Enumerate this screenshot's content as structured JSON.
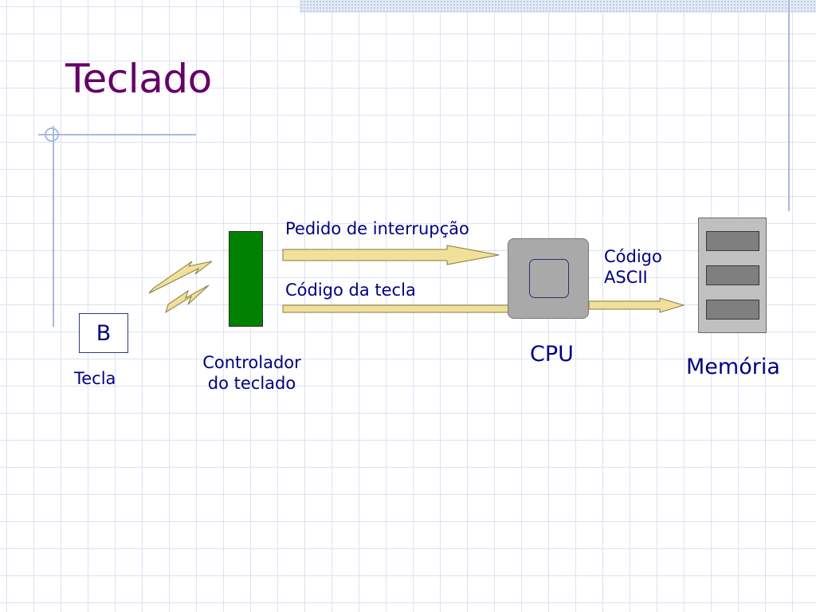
{
  "title": "Teclado",
  "diagram": {
    "key": {
      "letter": "B",
      "label": "Tecla"
    },
    "controller": {
      "line1": "Controlador",
      "line2": "do teclado"
    },
    "interrupt_label": "Pedido de interrupção",
    "keycode_label": "Código da tecla",
    "cpu_label": "CPU",
    "ascii": {
      "line1": "Código",
      "line2": "ASCII"
    },
    "memory_label": "Memória"
  },
  "colors": {
    "title": "#660066",
    "text": "#000080",
    "controller": "#008000",
    "arrow_fill": "#f0e09a",
    "arrow_stroke": "#8a7a3e",
    "cpu": "#a9a9a9",
    "memory": "#c0c0c0"
  }
}
